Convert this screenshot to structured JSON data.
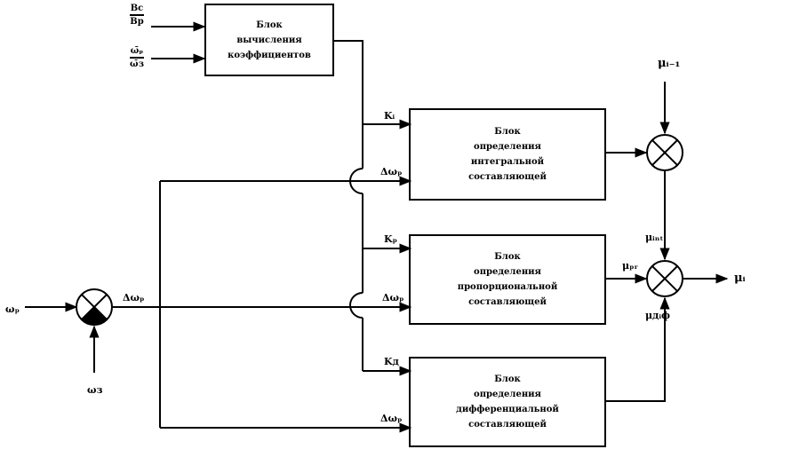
{
  "blocks": {
    "coef": {
      "title": "Блок",
      "line1": "вычисления",
      "line2": "коэффициентов"
    },
    "integral": {
      "title": "Блок",
      "line1": "определения",
      "line2": "интегральной",
      "line3": "составляющей"
    },
    "proportional": {
      "title": "Блок",
      "line1": "определения",
      "line2": "пропорциональной",
      "line3": "составляющей"
    },
    "differential": {
      "title": "Блок",
      "line1": "определения",
      "line2": "дифференциальной",
      "line3": "составляющей"
    }
  },
  "inputs": {
    "frac1_num": "Вс",
    "frac1_den": "Вр",
    "frac2_num": "ω̄ₚ",
    "frac2_den": "ω̄з"
  },
  "labels": {
    "omega_p": "ωₚ",
    "omega_z": "ωз",
    "delta_omega_main": "Δωₚ",
    "k_i": "Kᵢ",
    "k_p": "Kₚ",
    "k_d": "Kд",
    "delta_omega_i": "Δωₚ",
    "delta_omega_p": "Δωₚ",
    "delta_omega_d": "Δωₚ",
    "mu_prev": "μᵢ₋₁",
    "mu_int": "μᵢₙₜ",
    "mu_prop": "μₚᵣ",
    "mu_diff": "μдᵢф",
    "mu_out": "μᵢ"
  }
}
